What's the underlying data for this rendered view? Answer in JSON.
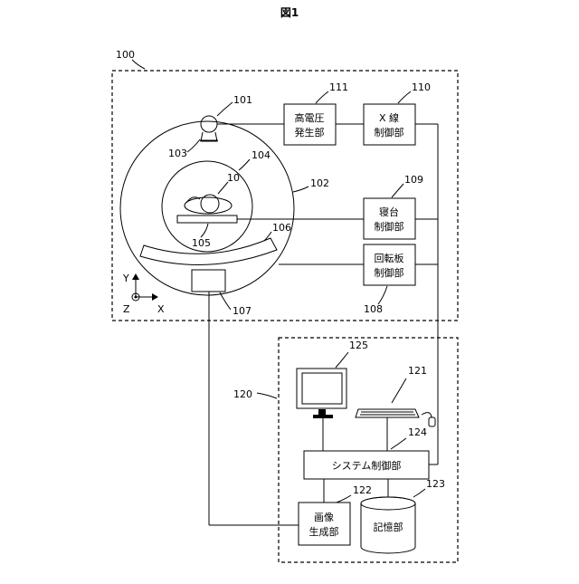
{
  "title": "図1",
  "refs": {
    "r100": "100",
    "r101": "101",
    "r102": "102",
    "r103": "103",
    "r104": "104",
    "r105": "105",
    "r106": "106",
    "r107": "107",
    "r108": "108",
    "r109": "109",
    "r110": "110",
    "r111": "111",
    "r10": "10",
    "r120": "120",
    "r121": "121",
    "r122": "122",
    "r123": "123",
    "r124": "124",
    "r125": "125"
  },
  "boxes": {
    "hv_line1": "高電圧",
    "hv_line2": "発生部",
    "xray_line1": "X 線",
    "xray_line2": "制御部",
    "bed_line1": "寝台",
    "bed_line2": "制御部",
    "rot_line1": "回転板",
    "rot_line2": "制御部",
    "system": "システム制御部",
    "image_line1": "画像",
    "image_line2": "生成部",
    "storage": "記憶部"
  },
  "axes": {
    "y": "Y",
    "z": "Z",
    "x": "X"
  }
}
